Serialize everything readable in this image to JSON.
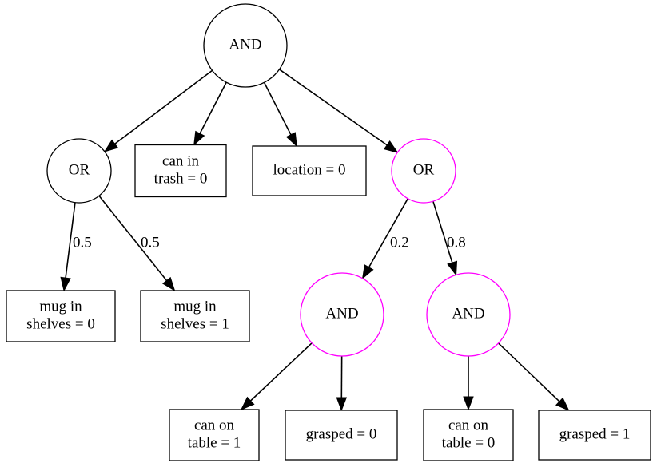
{
  "colors": {
    "default": "#000000",
    "highlight": "#ff00ff"
  },
  "nodes": {
    "and_root": {
      "shape": "circle",
      "lines": [
        "AND"
      ],
      "highlight": false
    },
    "or_left": {
      "shape": "circle",
      "lines": [
        "OR"
      ],
      "highlight": false
    },
    "can_trash": {
      "shape": "box",
      "lines": [
        "can in",
        "trash = 0"
      ],
      "highlight": false
    },
    "location": {
      "shape": "box",
      "lines": [
        "location = 0"
      ],
      "highlight": false
    },
    "or_right": {
      "shape": "circle",
      "lines": [
        "OR"
      ],
      "highlight": true
    },
    "mug_shelves_0": {
      "shape": "box",
      "lines": [
        "mug in",
        "shelves = 0"
      ],
      "highlight": false
    },
    "mug_shelves_1": {
      "shape": "box",
      "lines": [
        "mug in",
        "shelves = 1"
      ],
      "highlight": false
    },
    "and_left": {
      "shape": "circle",
      "lines": [
        "AND"
      ],
      "highlight": true
    },
    "and_right": {
      "shape": "circle",
      "lines": [
        "AND"
      ],
      "highlight": true
    },
    "can_table_1": {
      "shape": "box",
      "lines": [
        "can on",
        "table = 1"
      ],
      "highlight": false
    },
    "grasped_0": {
      "shape": "box",
      "lines": [
        "grasped = 0"
      ],
      "highlight": false
    },
    "can_table_0": {
      "shape": "box",
      "lines": [
        "can on",
        "table = 0"
      ],
      "highlight": false
    },
    "grasped_1": {
      "shape": "box",
      "lines": [
        "grasped = 1"
      ],
      "highlight": false
    }
  },
  "edges": [
    {
      "from": "and_root",
      "to": "or_left",
      "label": ""
    },
    {
      "from": "and_root",
      "to": "can_trash",
      "label": ""
    },
    {
      "from": "and_root",
      "to": "location",
      "label": ""
    },
    {
      "from": "and_root",
      "to": "or_right",
      "label": ""
    },
    {
      "from": "or_left",
      "to": "mug_shelves_0",
      "label": "0.5"
    },
    {
      "from": "or_left",
      "to": "mug_shelves_1",
      "label": "0.5"
    },
    {
      "from": "or_right",
      "to": "and_left",
      "label": "0.2"
    },
    {
      "from": "or_right",
      "to": "and_right",
      "label": "0.8"
    },
    {
      "from": "and_left",
      "to": "can_table_1",
      "label": ""
    },
    {
      "from": "and_left",
      "to": "grasped_0",
      "label": ""
    },
    {
      "from": "and_right",
      "to": "can_table_0",
      "label": ""
    },
    {
      "from": "and_right",
      "to": "grasped_1",
      "label": ""
    }
  ]
}
